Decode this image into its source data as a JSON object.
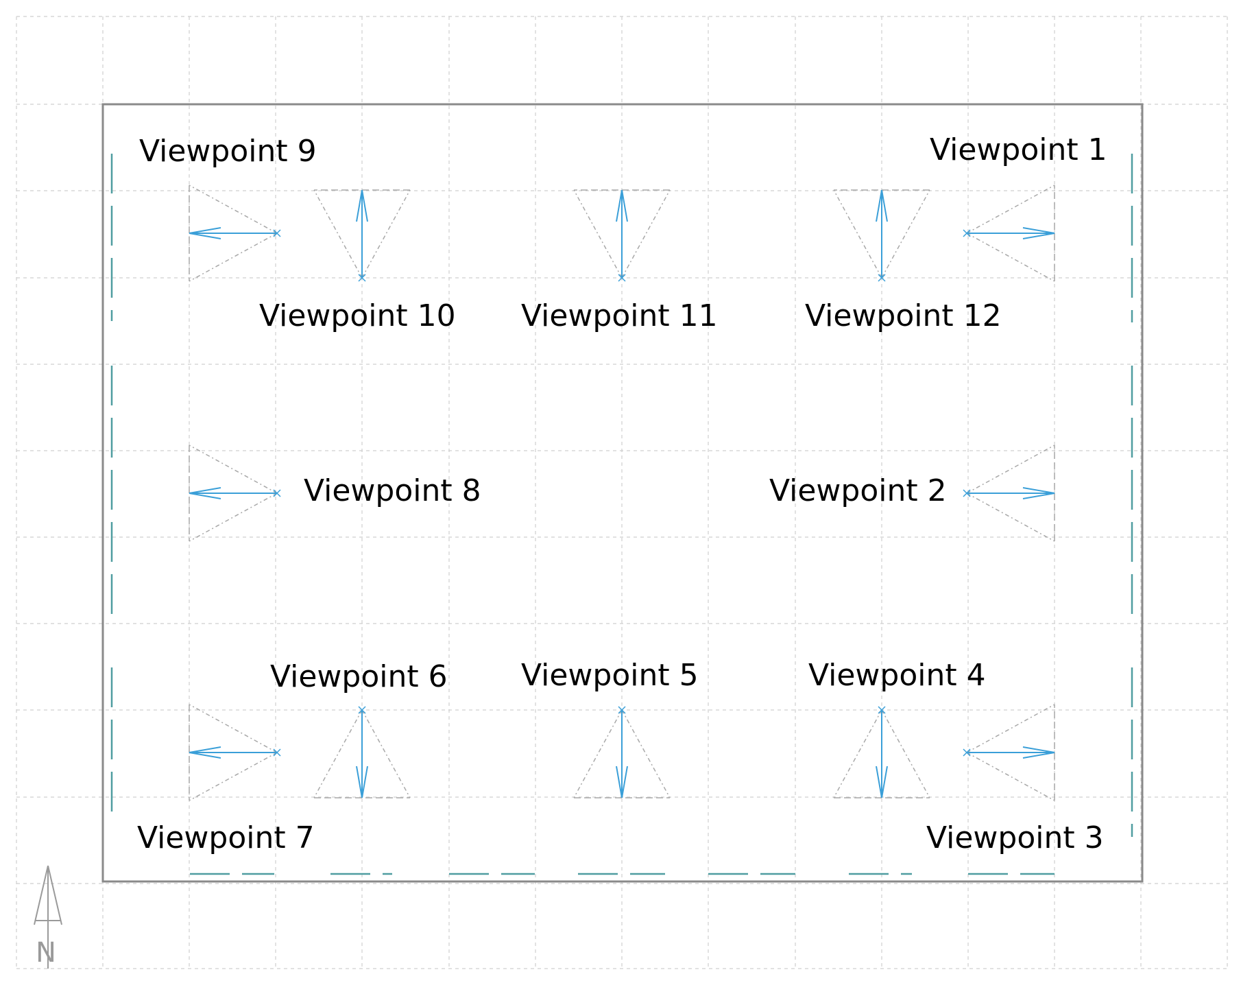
{
  "plan": {
    "north_label": "N"
  },
  "viewpoints": [
    {
      "label": "Viewpoint 1"
    },
    {
      "label": "Viewpoint 2"
    },
    {
      "label": "Viewpoint 3"
    },
    {
      "label": "Viewpoint 4"
    },
    {
      "label": "Viewpoint 5"
    },
    {
      "label": "Viewpoint 6"
    },
    {
      "label": "Viewpoint 7"
    },
    {
      "label": "Viewpoint 8"
    },
    {
      "label": "Viewpoint 9"
    },
    {
      "label": "Viewpoint 10"
    },
    {
      "label": "Viewpoint 11"
    },
    {
      "label": "Viewpoint 12"
    }
  ],
  "colors": {
    "arrow": "#3a9fd8",
    "frustum": "#a8a8a8",
    "grid": "#cfcfcf",
    "frame": "#8a8a8a",
    "wall": "#4f9da0"
  }
}
